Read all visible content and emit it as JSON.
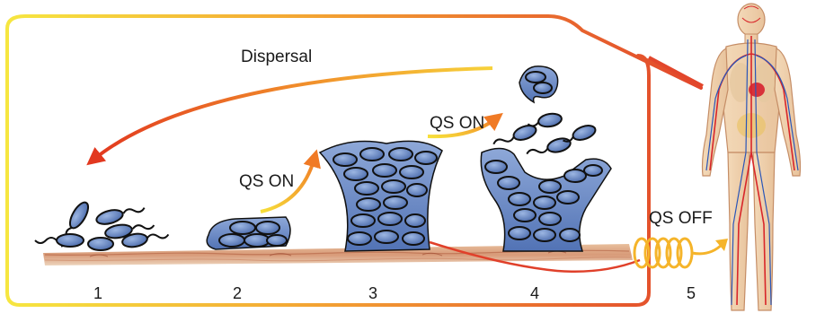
{
  "labels": {
    "dispersal": "Dispersal",
    "qs_on_2": "QS ON",
    "qs_on_4": "QS ON",
    "qs_off": "QS OFF"
  },
  "stages": [
    "1",
    "2",
    "3",
    "4",
    "5"
  ],
  "colors": {
    "frame_start": "#f7e23a",
    "frame_end": "#e0402a",
    "bacteria_fill": "#6f8fc7",
    "biofilm_fill": "#5d7fbf",
    "arrow_red": "#e23a22",
    "arrow_orange": "#f08a2a",
    "coil": "#f5b42a",
    "tissue": "#d9a07a"
  }
}
